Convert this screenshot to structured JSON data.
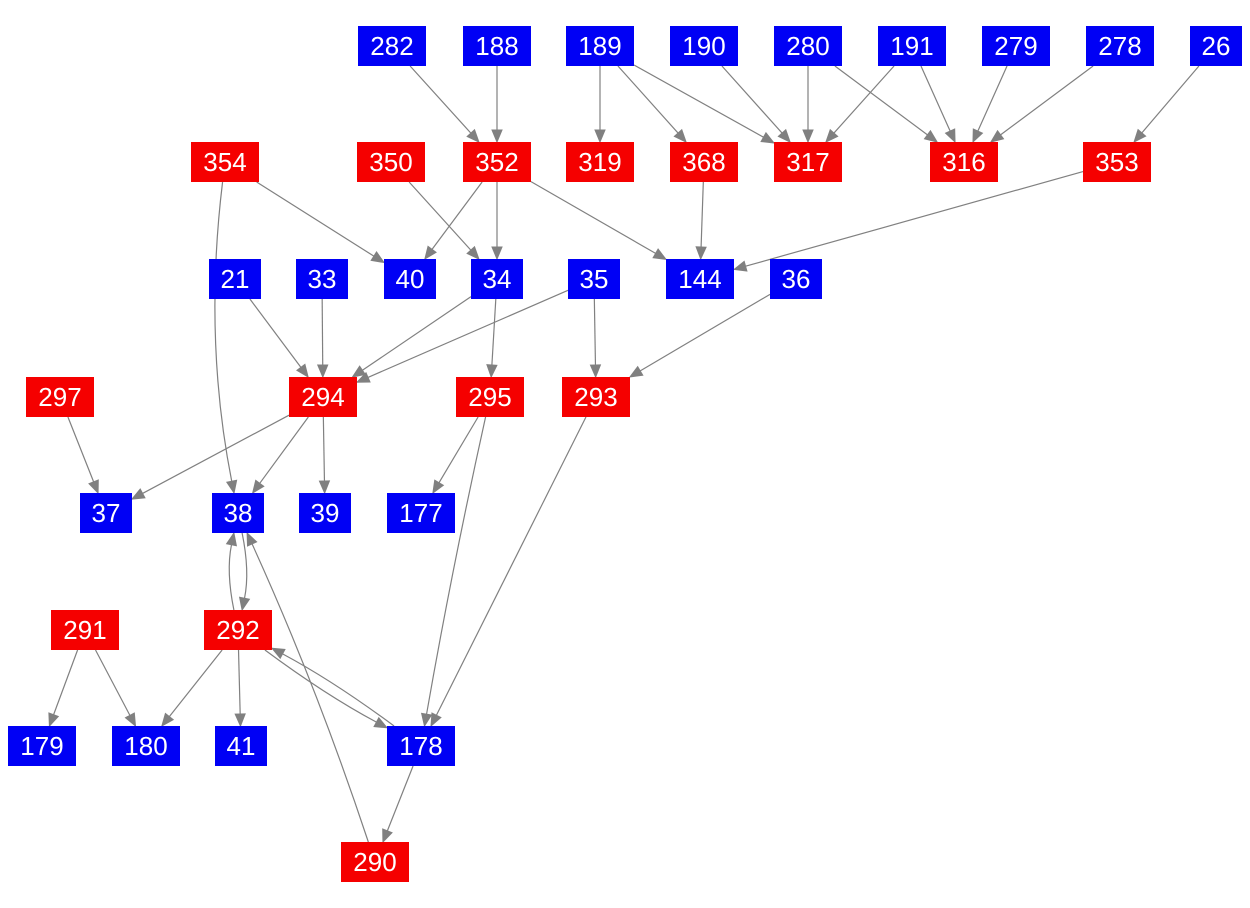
{
  "colors": {
    "blue": "#0000f5",
    "red": "#f50000",
    "edge": "#808080"
  },
  "nodes": [
    {
      "id": "282",
      "color": "blue"
    },
    {
      "id": "188",
      "color": "blue"
    },
    {
      "id": "189",
      "color": "blue"
    },
    {
      "id": "190",
      "color": "blue"
    },
    {
      "id": "280",
      "color": "blue"
    },
    {
      "id": "191",
      "color": "blue"
    },
    {
      "id": "279",
      "color": "blue"
    },
    {
      "id": "278",
      "color": "blue"
    },
    {
      "id": "26",
      "color": "blue"
    },
    {
      "id": "354",
      "color": "red"
    },
    {
      "id": "350",
      "color": "red"
    },
    {
      "id": "352",
      "color": "red"
    },
    {
      "id": "319",
      "color": "red"
    },
    {
      "id": "368",
      "color": "red"
    },
    {
      "id": "317",
      "color": "red"
    },
    {
      "id": "316",
      "color": "red"
    },
    {
      "id": "353",
      "color": "red"
    },
    {
      "id": "21",
      "color": "blue"
    },
    {
      "id": "33",
      "color": "blue"
    },
    {
      "id": "40",
      "color": "blue"
    },
    {
      "id": "34",
      "color": "blue"
    },
    {
      "id": "35",
      "color": "blue"
    },
    {
      "id": "144",
      "color": "blue"
    },
    {
      "id": "36",
      "color": "blue"
    },
    {
      "id": "297",
      "color": "red"
    },
    {
      "id": "294",
      "color": "red"
    },
    {
      "id": "295",
      "color": "red"
    },
    {
      "id": "293",
      "color": "red"
    },
    {
      "id": "37",
      "color": "blue"
    },
    {
      "id": "38",
      "color": "blue"
    },
    {
      "id": "39",
      "color": "blue"
    },
    {
      "id": "177",
      "color": "blue"
    },
    {
      "id": "291",
      "color": "red"
    },
    {
      "id": "292",
      "color": "red"
    },
    {
      "id": "179",
      "color": "blue"
    },
    {
      "id": "180",
      "color": "blue"
    },
    {
      "id": "41",
      "color": "blue"
    },
    {
      "id": "178",
      "color": "blue"
    },
    {
      "id": "290",
      "color": "red"
    }
  ],
  "edges": [
    [
      "282",
      "352"
    ],
    [
      "188",
      "352"
    ],
    [
      "189",
      "319"
    ],
    [
      "189",
      "368"
    ],
    [
      "189",
      "317"
    ],
    [
      "190",
      "317"
    ],
    [
      "280",
      "317"
    ],
    [
      "280",
      "316"
    ],
    [
      "191",
      "317"
    ],
    [
      "191",
      "316"
    ],
    [
      "279",
      "316"
    ],
    [
      "278",
      "316"
    ],
    [
      "26",
      "353"
    ],
    [
      "354",
      "40"
    ],
    [
      "354",
      "38"
    ],
    [
      "350",
      "34"
    ],
    [
      "352",
      "40"
    ],
    [
      "352",
      "34"
    ],
    [
      "352",
      "144"
    ],
    [
      "368",
      "144"
    ],
    [
      "353",
      "144"
    ],
    [
      "21",
      "294"
    ],
    [
      "33",
      "294"
    ],
    [
      "34",
      "294"
    ],
    [
      "34",
      "295"
    ],
    [
      "35",
      "294"
    ],
    [
      "35",
      "293"
    ],
    [
      "36",
      "293"
    ],
    [
      "297",
      "37"
    ],
    [
      "294",
      "37"
    ],
    [
      "294",
      "38"
    ],
    [
      "294",
      "39"
    ],
    [
      "295",
      "177"
    ],
    [
      "295",
      "178"
    ],
    [
      "293",
      "178"
    ],
    [
      "38",
      "292"
    ],
    [
      "292",
      "38"
    ],
    [
      "291",
      "179"
    ],
    [
      "291",
      "180"
    ],
    [
      "292",
      "180"
    ],
    [
      "292",
      "41"
    ],
    [
      "292",
      "178"
    ],
    [
      "178",
      "292"
    ],
    [
      "178",
      "290"
    ],
    [
      "290",
      "38"
    ]
  ]
}
